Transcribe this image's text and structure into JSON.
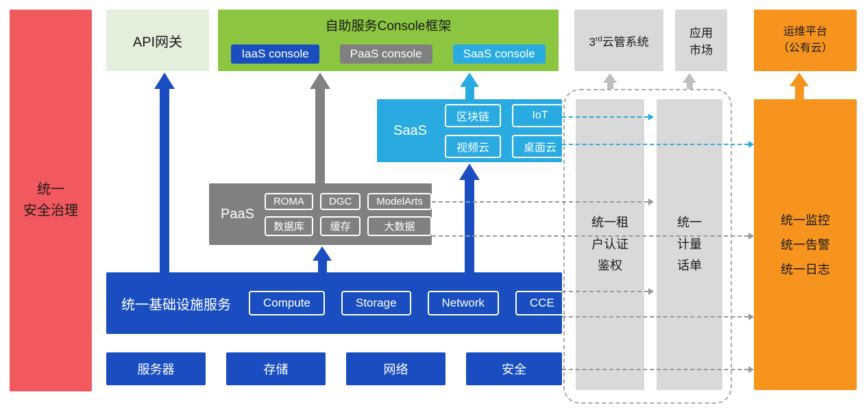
{
  "colors": {
    "red": "#F2595F",
    "pale_green": "#E2EFDA",
    "green": "#8CC540",
    "blue": "#1A4EC0",
    "gray": "#808080",
    "light_gray": "#D9D9D9",
    "cyan": "#29ABE2",
    "orange": "#F7941E"
  },
  "security_bar": {
    "label": "统一\n安全治理"
  },
  "api_gateway": {
    "label": "API网关"
  },
  "console_frame": {
    "title": "自助服务Console框架",
    "buttons": [
      {
        "label": "IaaS console"
      },
      {
        "label": "PaaS console"
      },
      {
        "label": "SaaS console"
      }
    ]
  },
  "third_party_cloud": {
    "num": "3",
    "sup": "rd",
    "rest": "云管系统"
  },
  "app_market": {
    "label": "应用\n市场"
  },
  "ops_platform": {
    "label": "运维平台\n（公有云）"
  },
  "saas": {
    "label": "SaaS",
    "chips": [
      "区块链",
      "IoT",
      "视频云",
      "桌面云"
    ]
  },
  "paas": {
    "label": "PaaS",
    "chips": [
      "ROMA",
      "DGC",
      "ModelArts",
      "数据库",
      "缓存",
      "大数据"
    ]
  },
  "infra": {
    "label": "统一基础设施服务",
    "chips": [
      "Compute",
      "Storage",
      "Network",
      "CCE"
    ]
  },
  "hardware": [
    "服务器",
    "存储",
    "网络",
    "安全"
  ],
  "right_rails": {
    "auth": "统一租\n户认证\n鉴权",
    "billing": "统一\n计量\n话单",
    "monitor": "统一监控\n统一告警\n统一日志"
  }
}
